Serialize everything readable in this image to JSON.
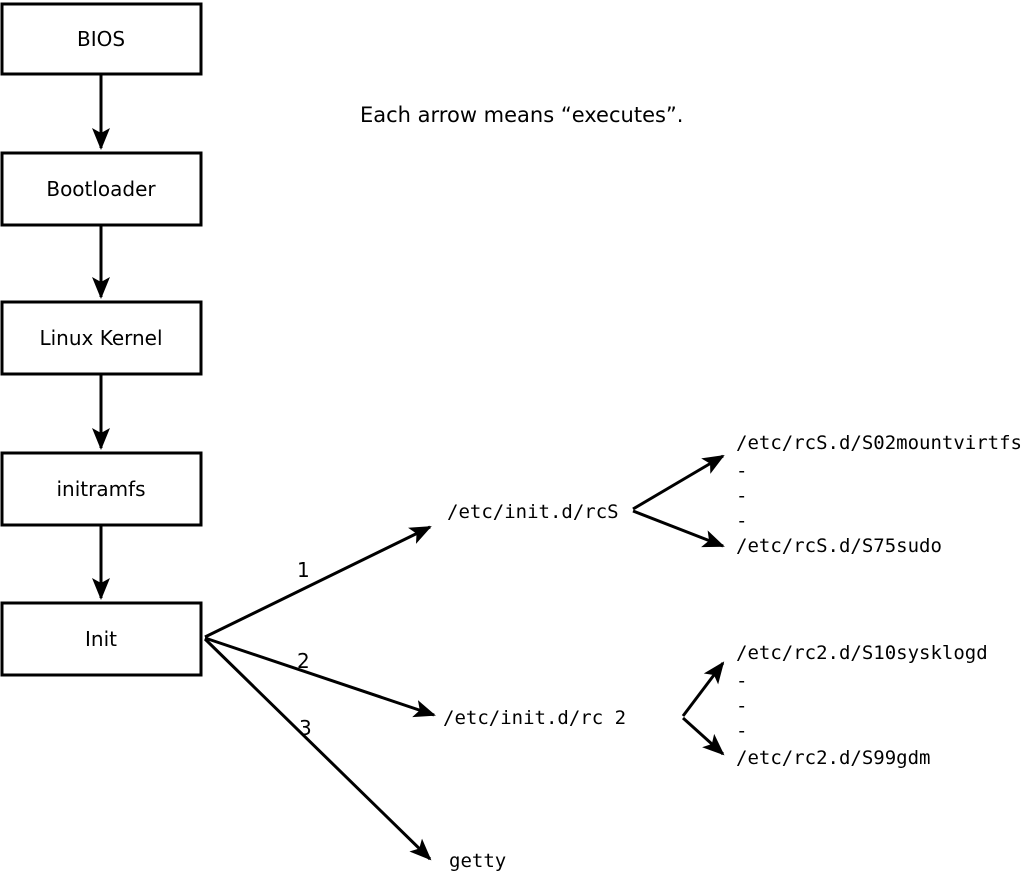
{
  "note": {
    "text": "Each arrow means “executes”."
  },
  "flow_boxes": [
    {
      "label": "BIOS"
    },
    {
      "label": "Bootloader"
    },
    {
      "label": "Linux Kernel"
    },
    {
      "label": "initramfs"
    },
    {
      "label": "Init"
    }
  ],
  "branches": [
    {
      "number": "1",
      "target": "/etc/init.d/rcS",
      "children": {
        "first": "/etc/rcS.d/S02mountvirtfs",
        "ellipsis": [
          "-",
          "-",
          "-"
        ],
        "last": "/etc/rcS.d/S75sudo"
      }
    },
    {
      "number": "2",
      "target": "/etc/init.d/rc 2",
      "children": {
        "first": "/etc/rc2.d/S10sysklogd",
        "ellipsis": [
          "-",
          "-",
          "-"
        ],
        "last": "/etc/rc2.d/S99gdm"
      }
    },
    {
      "number": "3",
      "target": "getty"
    }
  ],
  "colors": {
    "line": "#000000",
    "text": "#000000",
    "background": "#ffffff",
    "box_fill": "#ffffff"
  }
}
